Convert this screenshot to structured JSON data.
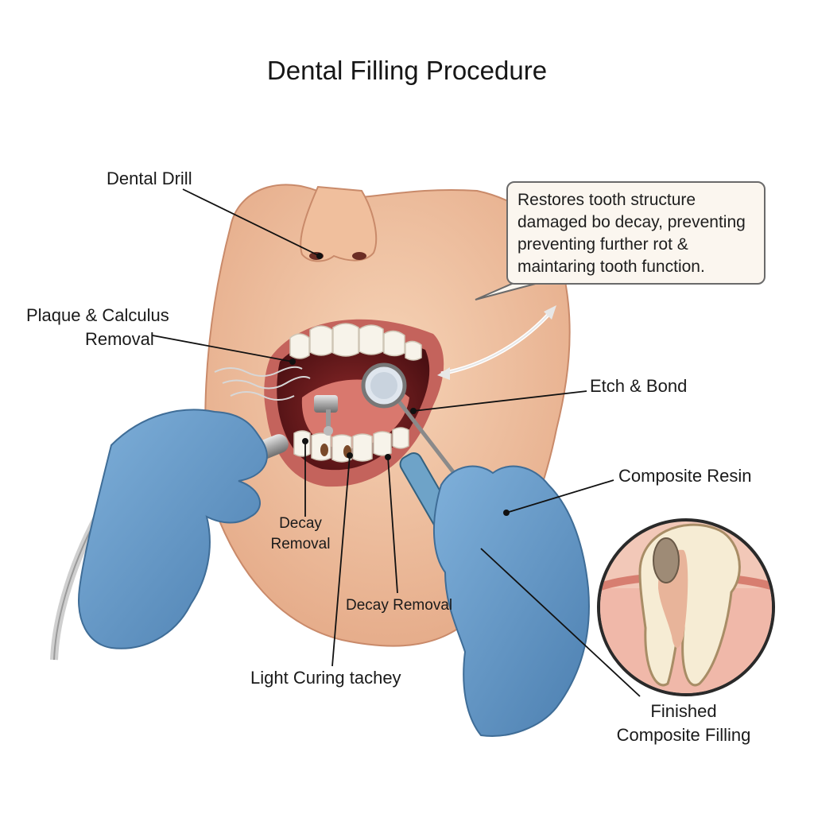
{
  "title": "Dental Filling Procedure",
  "labels": {
    "dental_drill": "Dental Drill",
    "plaque_line1": "Plaque & Calculus",
    "plaque_line2": "Removal",
    "etch_bond": "Etch & Bond",
    "composite_resin": "Composite Resin",
    "decay_removal_left_line1": "Decay",
    "decay_removal_left_line2": "Removal",
    "decay_removal_right": "Decay Removal",
    "light_curing": "Light Curing tachey",
    "finished_line1": "Finished",
    "finished_line2": "Composite Filling"
  },
  "callout": {
    "lines": [
      "Restores tooth structure",
      "damaged bo decay, preventing",
      "preventing further rot &",
      "maintaring tooth function."
    ]
  },
  "colors": {
    "skin": "#efc3a3",
    "glove": "#5f95c4",
    "gum": "#e79a92",
    "tooth": "#f7f3ea",
    "callout_bg": "#fbf6ef",
    "leader": "#111111"
  },
  "icons": {
    "drill": "dental-drill-icon",
    "mirror": "dental-mirror-icon",
    "syringe": "resin-syringe-icon",
    "tooth_inset": "tooth-cross-section-icon"
  }
}
